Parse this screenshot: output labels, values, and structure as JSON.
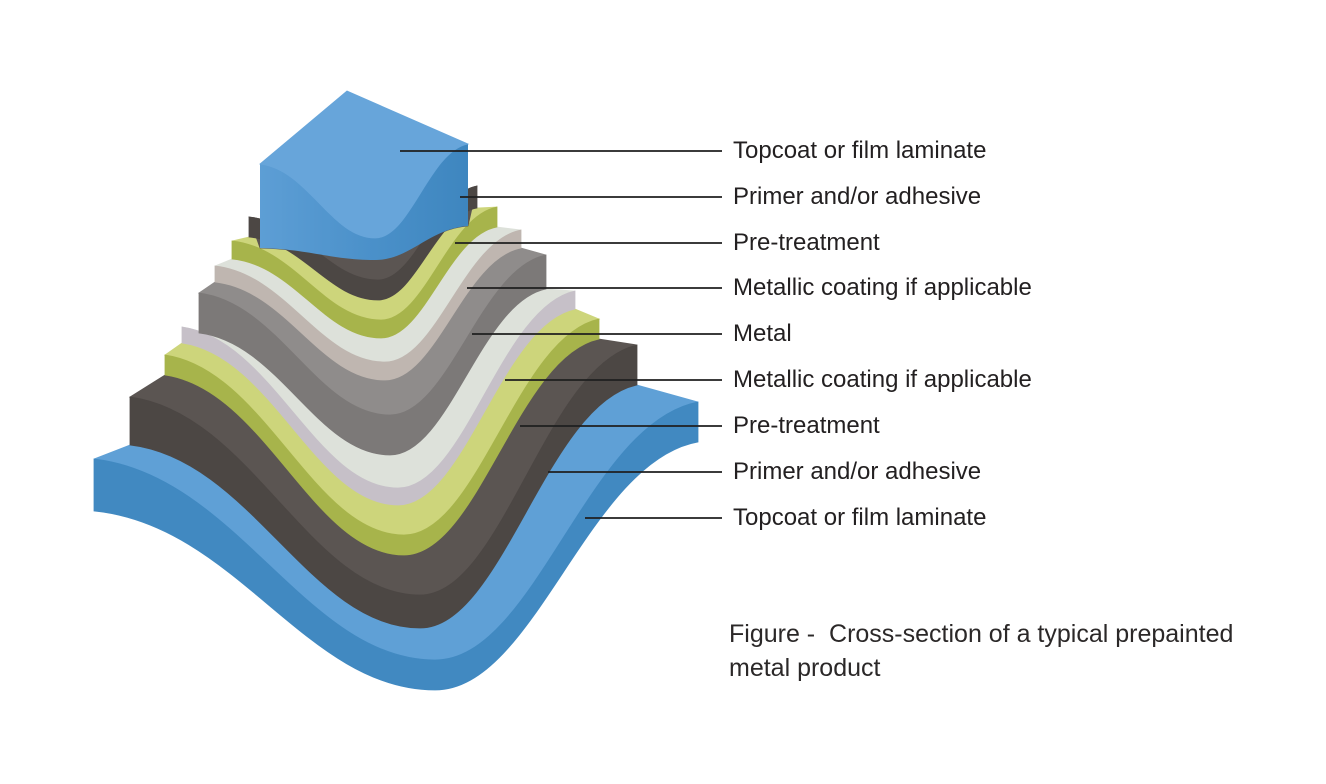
{
  "figure": {
    "caption": "Figure -  Cross-section of a typical prepainted metal product"
  },
  "layers": [
    {
      "id": "topcoat-top",
      "name": "Topcoat or film laminate",
      "label": "Topcoat or film laminate",
      "top_color": "#67A5DA",
      "face_color": "#4E94CC"
    },
    {
      "id": "primer-top",
      "name": "Primer and/or adhesive",
      "label": "Primer and/or adhesive",
      "top_color": "#5B5552",
      "face_color": "#4C4744"
    },
    {
      "id": "pretreatment-top",
      "name": "Pre-treatment",
      "label": "Pre-treatment",
      "top_color": "#CDD57B",
      "face_color": "#A7B44B"
    },
    {
      "id": "metallic-top",
      "name": "Metallic coating if applicable",
      "label": "Metallic coating if applicable",
      "top_color": "#DDE1DA",
      "face_color": "#BFB6B0"
    },
    {
      "id": "metal",
      "name": "Metal",
      "label": "Metal",
      "top_color": "#8F8C8B",
      "face_color": "#7C7978"
    },
    {
      "id": "metallic-bottom",
      "name": "Metallic coating if applicable",
      "label": "Metallic coating if applicable",
      "top_color": "#DDE1DA",
      "face_color": "#C6C0C8"
    },
    {
      "id": "pretreatment-bottom",
      "name": "Pre-treatment",
      "label": "Pre-treatment",
      "top_color": "#CDD57B",
      "face_color": "#A7B44B"
    },
    {
      "id": "primer-bottom",
      "name": "Primer and/or adhesive",
      "label": "Primer and/or adhesive",
      "top_color": "#5B5552",
      "face_color": "#4C4744"
    },
    {
      "id": "topcoat-bottom",
      "name": "Topcoat or film laminate",
      "label": "Topcoat or film laminate",
      "top_color": "#5FA0D6",
      "face_color": "#4189C1"
    }
  ],
  "block_face_gradient": {
    "from": "#5D9ED5",
    "mid": "#4A90C9",
    "to": "#3E86BF"
  },
  "leader_line_color": "#1F1F1F",
  "background_color": "#FFFFFF"
}
